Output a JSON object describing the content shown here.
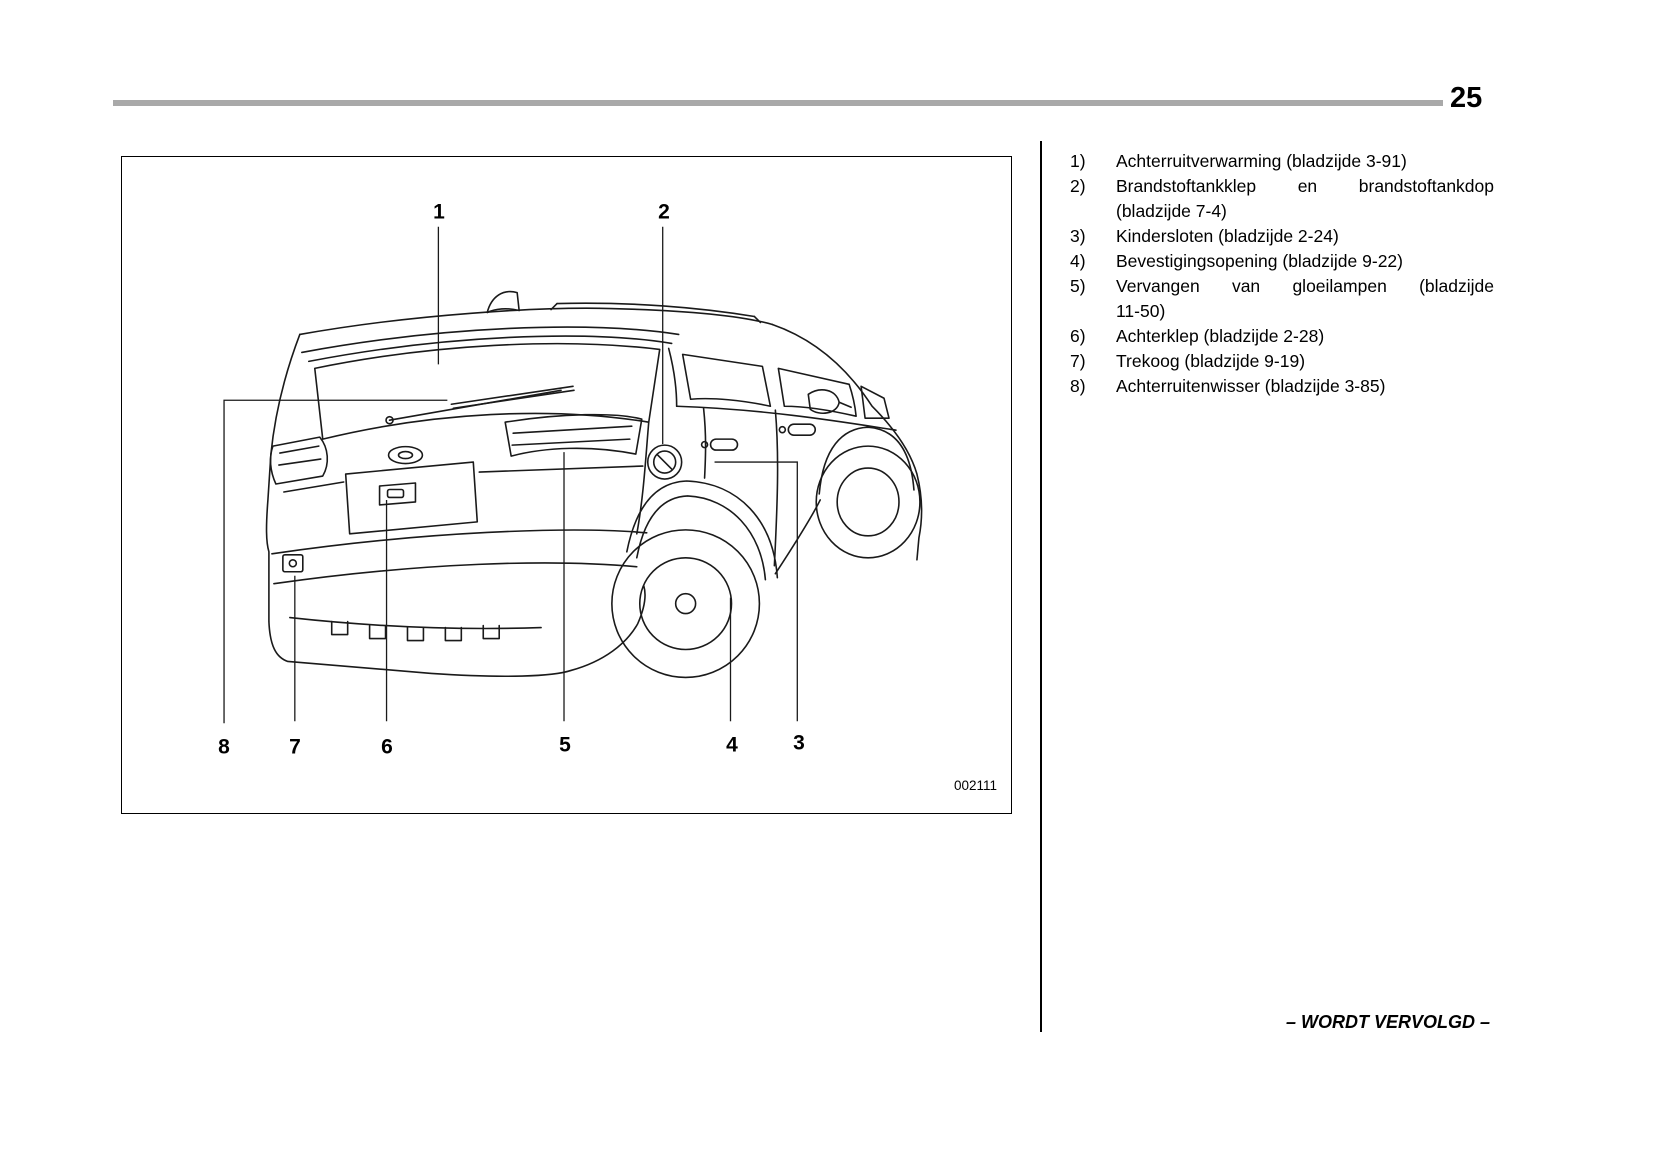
{
  "page": {
    "number": "25",
    "footer": "– WORDT VERVOLGD –"
  },
  "figure": {
    "code": "002111",
    "callouts": [
      "1",
      "2",
      "3",
      "4",
      "5",
      "6",
      "7",
      "8"
    ]
  },
  "legend": {
    "items": [
      {
        "num": "1)",
        "line1": "Achterruitverwarming (bladzijde 3-91)",
        "line2": ""
      },
      {
        "num": "2)",
        "line1": "Brandstoftankklep en brandstoftankdop",
        "line2": "(bladzijde 7-4)"
      },
      {
        "num": "3)",
        "line1": "Kindersloten (bladzijde 2-24)",
        "line2": ""
      },
      {
        "num": "4)",
        "line1": "Bevestigingsopening (bladzijde 9-22)",
        "line2": ""
      },
      {
        "num": "5)",
        "line1": "Vervangen van gloeilampen (bladzijde",
        "line2": "11-50)"
      },
      {
        "num": "6)",
        "line1": "Achterklep (bladzijde 2-28)",
        "line2": ""
      },
      {
        "num": "7)",
        "line1": "Trekoog (bladzijde 9-19)",
        "line2": ""
      },
      {
        "num": "8)",
        "line1": "Achterruitenwisser (bladzijde 3-85)",
        "line2": ""
      }
    ]
  }
}
